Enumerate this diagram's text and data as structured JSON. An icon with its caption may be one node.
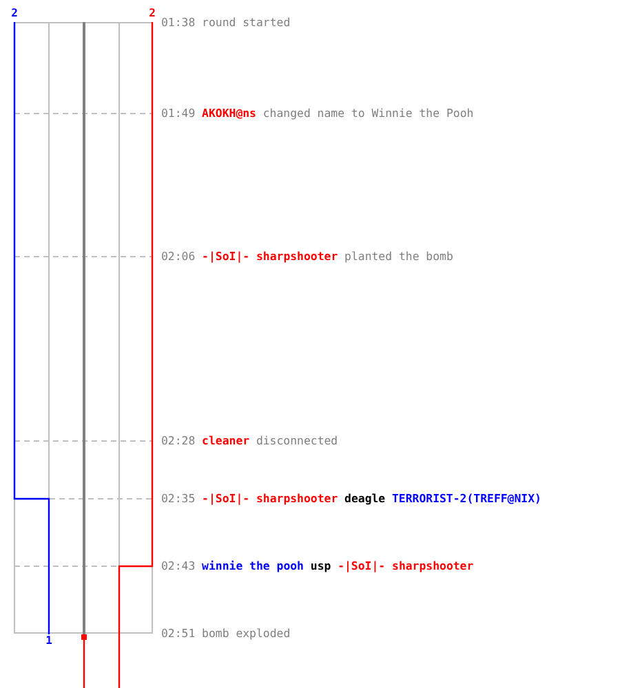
{
  "diagram": {
    "labels": [
      "2",
      "2",
      "01:38",
      "round started",
      "01:49",
      "AKOKH@ns",
      "changed name to Winnie the Pooh",
      "02:06",
      "-|SoI|- sharpshooter",
      "planted the bomb",
      "02:28",
      "cleaner",
      "disconnected",
      "02:35",
      "-|SoI|- sharpshooter",
      "deagle",
      "TERRORIST-2(TREFF@NIX)",
      "02:43",
      "winnie the pooh",
      "usp",
      "-|SoI|- sharpshooter",
      "1",
      "02:51",
      "bomb exploded"
    ]
  }
}
